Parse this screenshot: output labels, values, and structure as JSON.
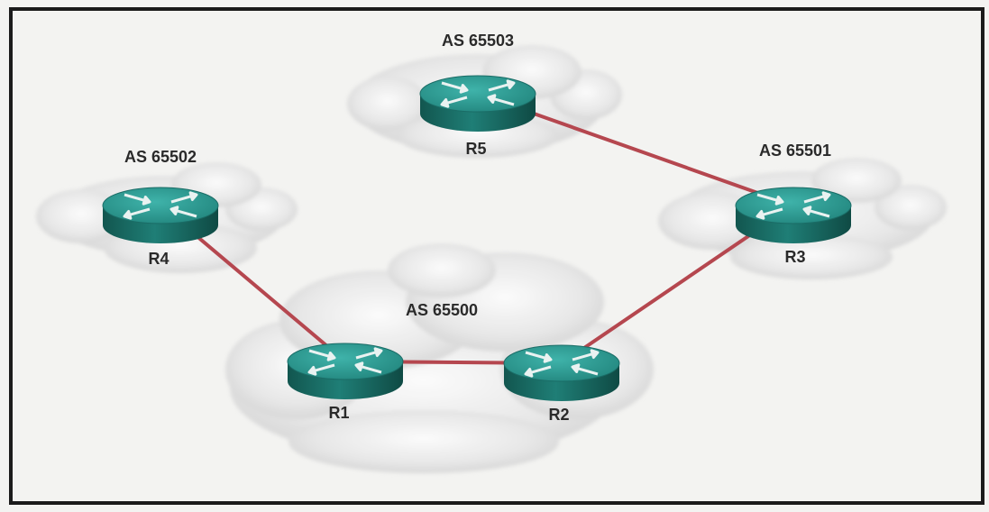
{
  "colors": {
    "link": "#b5474f",
    "router_top": "#2c9b94",
    "router_side": "#1a6c66",
    "arrow": "#e9f2f1",
    "cloud": "#e6e6e6",
    "frame": "#1b1b1b",
    "background": "#f3f3f1"
  },
  "autonomous_systems": [
    {
      "id": "as65500",
      "label": "AS 65500"
    },
    {
      "id": "as65501",
      "label": "AS 65501"
    },
    {
      "id": "as65502",
      "label": "AS 65502"
    },
    {
      "id": "as65503",
      "label": "AS 65503"
    }
  ],
  "routers": [
    {
      "id": "r1",
      "label": "R1",
      "as": "as65500",
      "icon": "router-icon"
    },
    {
      "id": "r2",
      "label": "R2",
      "as": "as65500",
      "icon": "router-icon"
    },
    {
      "id": "r3",
      "label": "R3",
      "as": "as65501",
      "icon": "router-icon"
    },
    {
      "id": "r4",
      "label": "R4",
      "as": "as65502",
      "icon": "router-icon"
    },
    {
      "id": "r5",
      "label": "R5",
      "as": "as65503",
      "icon": "router-icon"
    }
  ],
  "links": [
    {
      "from": "r4",
      "to": "r1"
    },
    {
      "from": "r1",
      "to": "r2"
    },
    {
      "from": "r2",
      "to": "r3"
    },
    {
      "from": "r3",
      "to": "r5"
    }
  ]
}
